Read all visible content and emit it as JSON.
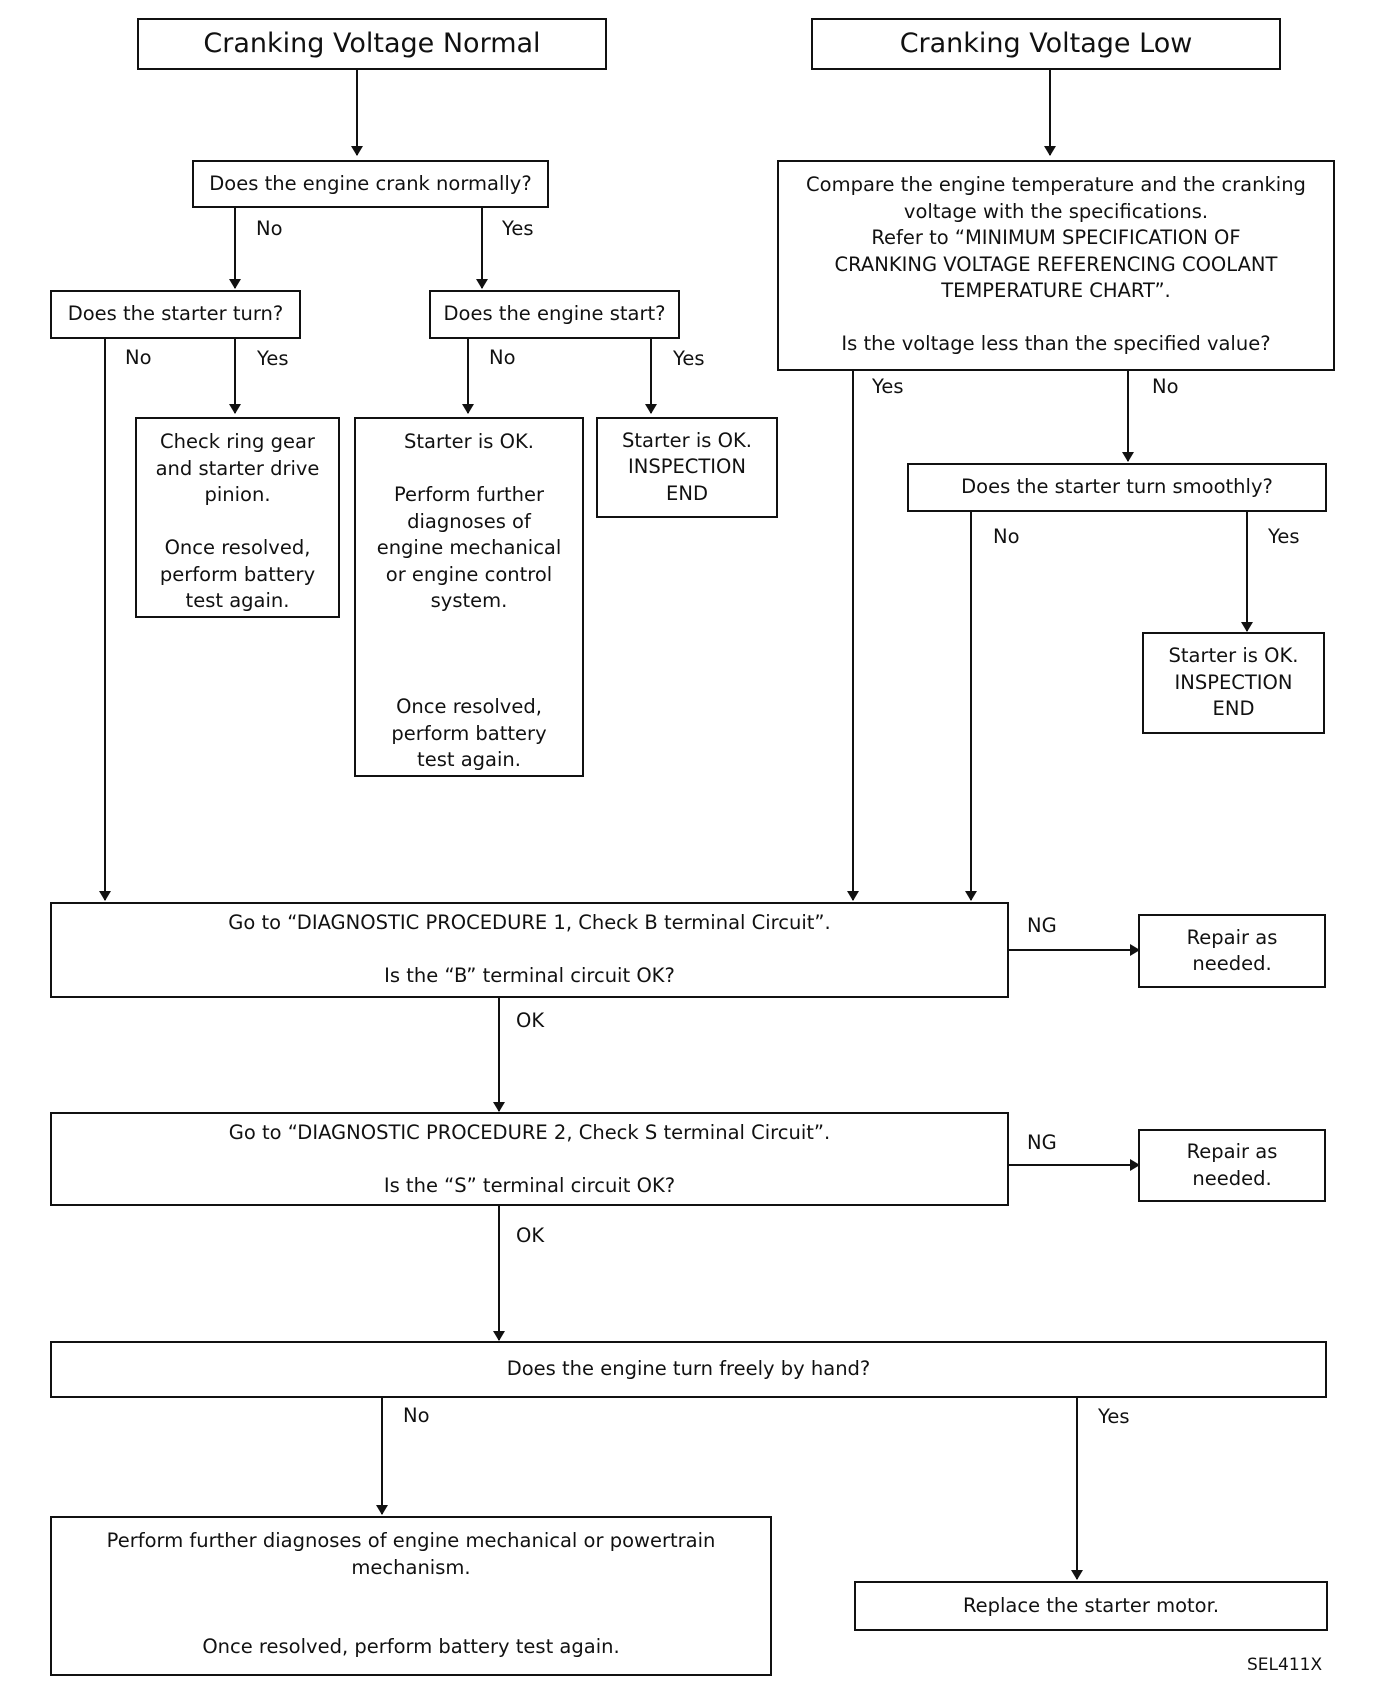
{
  "titles": {
    "normal": "Cranking Voltage Normal",
    "low": "Cranking Voltage Low"
  },
  "boxes": {
    "crank_normally": "Does the engine crank normally?",
    "starter_turn": "Does the starter turn?",
    "engine_start": "Does the engine start?",
    "check_ring_gear": "Check ring gear\nand starter drive\npinion.\n\nOnce resolved,\nperform battery\ntest again.",
    "starter_ok_further": "Starter is OK.\n\nPerform further\ndiagnoses of\nengine mechanical\nor engine control\nsystem.\n\n\n\nOnce resolved,\nperform battery\ntest again.",
    "starter_ok_end_1": "Starter is OK.\nINSPECTION\nEND",
    "compare_temp": "Compare the engine temperature and the cranking\nvoltage with the specifications.\nRefer to “MINIMUM SPECIFICATION OF\nCRANKING VOLTAGE REFERENCING COOLANT\nTEMPERATURE CHART”.\n\nIs the voltage less than the specified value?",
    "starter_smoothly": "Does the starter turn smoothly?",
    "starter_ok_end_2": "Starter is OK.\nINSPECTION\nEND",
    "diag_proc_1": "Go to “DIAGNOSTIC PROCEDURE 1, Check B terminal Circuit”.\n\nIs the “B” terminal circuit OK?",
    "repair_1": "Repair as\nneeded.",
    "diag_proc_2": "Go to “DIAGNOSTIC PROCEDURE 2, Check S terminal Circuit”.\n\nIs the “S” terminal circuit OK?",
    "repair_2": "Repair as\nneeded.",
    "turn_by_hand": "Does the engine turn freely by hand?",
    "further_diag": "Perform further diagnoses of engine mechanical or powertrain\nmechanism.\n\n\nOnce resolved, perform battery test again.",
    "replace_motor": "Replace the starter motor."
  },
  "labels": {
    "crank_no": "No",
    "crank_yes": "Yes",
    "starter_turn_no": "No",
    "starter_turn_yes": "Yes",
    "engine_start_no": "No",
    "engine_start_yes": "Yes",
    "voltage_yes": "Yes",
    "voltage_no": "No",
    "smoothly_no": "No",
    "smoothly_yes": "Yes",
    "proc1_ng": "NG",
    "proc1_ok": "OK",
    "proc2_ng": "NG",
    "proc2_ok": "OK",
    "hand_no": "No",
    "hand_yes": "Yes"
  },
  "figure_code": "SEL411X"
}
